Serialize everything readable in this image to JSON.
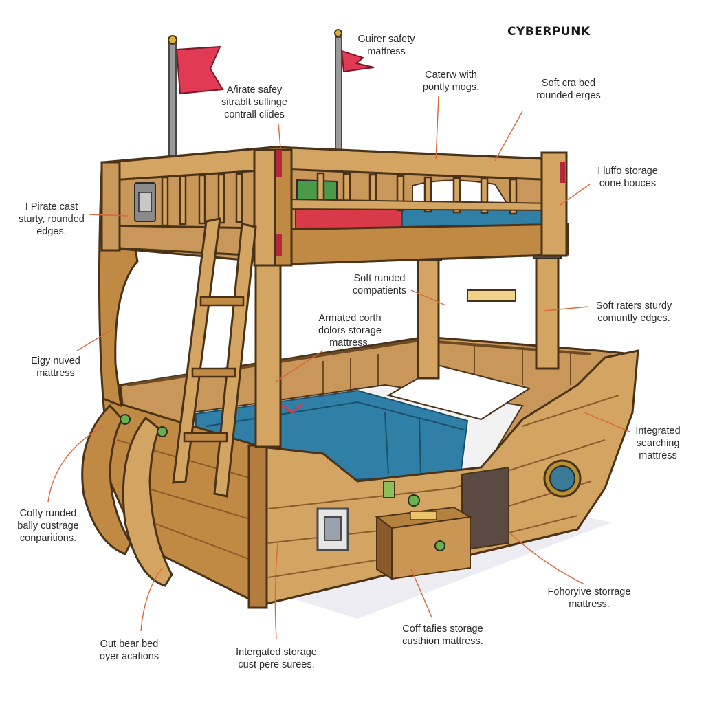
{
  "brand": "CYBERPUNK",
  "colors": {
    "wood_light": "#d4a562",
    "wood_mid": "#c08a45",
    "wood_dark": "#8a5a2b",
    "outline": "#4a3218",
    "blanket": "#2f7fa6",
    "mattress": "#f2f2f2",
    "flag": "#e03a55",
    "leader": "#d9673a",
    "red_mattress": "#d93a4a"
  },
  "labels": [
    {
      "id": "guirer",
      "text": "Guirer safety\nmattress"
    },
    {
      "id": "pirate-safety",
      "text": "A/irate safey\nsitrablt sullinge\ncontrall clides"
    },
    {
      "id": "caterw",
      "text": "Caterw with\npontly mogs."
    },
    {
      "id": "soft-cra",
      "text": "Soft cra bed\nrounded erges"
    },
    {
      "id": "iluffo",
      "text": "I luffo storage\ncone bouces"
    },
    {
      "id": "pirate-cast",
      "text": "I Pirate cast\nsturty, rounded\nedges."
    },
    {
      "id": "soft-runded",
      "text": "Soft runded\ncompatients"
    },
    {
      "id": "armated",
      "text": "Armated corth\ndolors storage\nmattress."
    },
    {
      "id": "soft-raters",
      "text": "Soft raters sturdy\ncomuntly edges."
    },
    {
      "id": "eigy",
      "text": "Eigy nuved\nmattress"
    },
    {
      "id": "integrated-searching",
      "text": "Integrated\nsearching\nmattress"
    },
    {
      "id": "coffy",
      "text": "Coffy runded\nbally custrage\nconparitions."
    },
    {
      "id": "fohoryive",
      "text": "Fohoryive storrage\nmattress."
    },
    {
      "id": "coff-tafies",
      "text": "Coff tafies storage\ncusthion mattress."
    },
    {
      "id": "out-bear",
      "text": "Out bear bed\noyer acations"
    },
    {
      "id": "intergated",
      "text": "Intergated storage\ncust pere surees."
    }
  ]
}
